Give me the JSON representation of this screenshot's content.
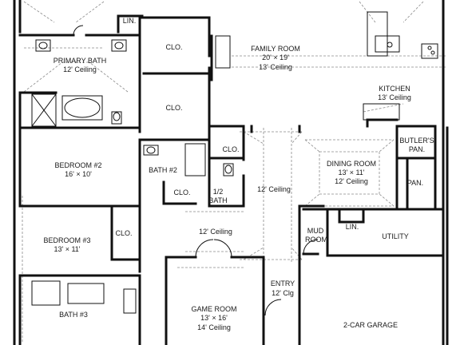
{
  "rooms": {
    "lin_top": "LIN.",
    "primary_bath": {
      "name": "PRIMARY BATH",
      "ceiling": "12' Ceiling"
    },
    "clo_upper": "CLO.",
    "clo_lower": "CLO.",
    "family_room": {
      "name": "FAMILY ROOM",
      "size": "20' × 19'",
      "ceiling": "13' Ceiling"
    },
    "kitchen": {
      "name": "KITCHEN",
      "ceiling": "13' Ceiling"
    },
    "bedroom2": {
      "name": "BEDROOM #2",
      "size": "16' × 10'"
    },
    "bath2": "BATH #2",
    "clo_hall": "CLO.",
    "clo_bath2": "CLO.",
    "half_bath": {
      "name": "1/2",
      "name2": "BATH"
    },
    "hall_ceiling_1": "12' Ceiling",
    "hall_ceiling_2": "12' Ceiling",
    "dining_room": {
      "name": "DINING ROOM",
      "size": "13' × 11'",
      "ceiling": "12' Ceiling"
    },
    "butlers_pan": {
      "name": "BUTLER'S",
      "name2": "PAN."
    },
    "pan": "PAN.",
    "bedroom3": {
      "name": "BEDROOM #3",
      "size": "13' × 11'"
    },
    "clo_bed3": "CLO.",
    "mud_room": {
      "name": "MUD",
      "name2": "ROOM"
    },
    "lin_mud": "LIN.",
    "utility": "UTILITY",
    "bath3": "BATH #3",
    "game_room": {
      "name": "GAME ROOM",
      "size": "13' × 16'",
      "ceiling": "14' Ceiling"
    },
    "entry": {
      "name": "ENTRY",
      "ceiling": "12' Clg"
    },
    "garage": "2-CAR GARAGE"
  }
}
